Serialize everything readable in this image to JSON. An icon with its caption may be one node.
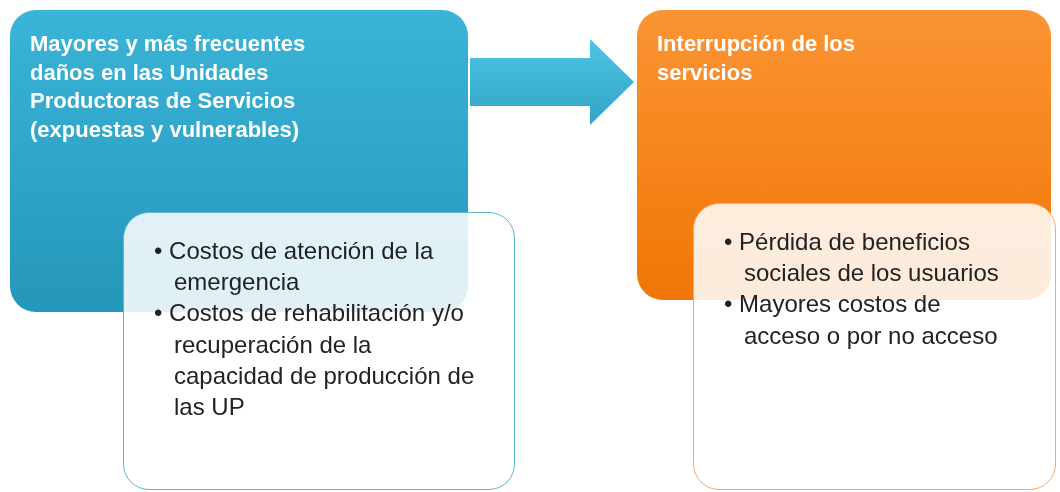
{
  "diagram": {
    "nodes": [
      {
        "text": [
          "Mayores y más frecuentes daños en las Unidades Productoras de Servicios (expuestas y vulnerables)"
        ]
      },
      {
        "text": [
          "• Costos de atención de la emergencia",
          "• Costos de rehabilitación y/o recuperación de la capacidad de producción de las UP"
        ]
      },
      {
        "text": [
          "Interrupción de los servicios"
        ]
      },
      {
        "text": [
          "• Pérdida de beneficios sociales de los usuarios",
          "• Mayores costos de acceso o por no acceso"
        ]
      }
    ],
    "edges": [
      {
        "from": 0,
        "to": 2,
        "arrow": "to"
      }
    ]
  }
}
